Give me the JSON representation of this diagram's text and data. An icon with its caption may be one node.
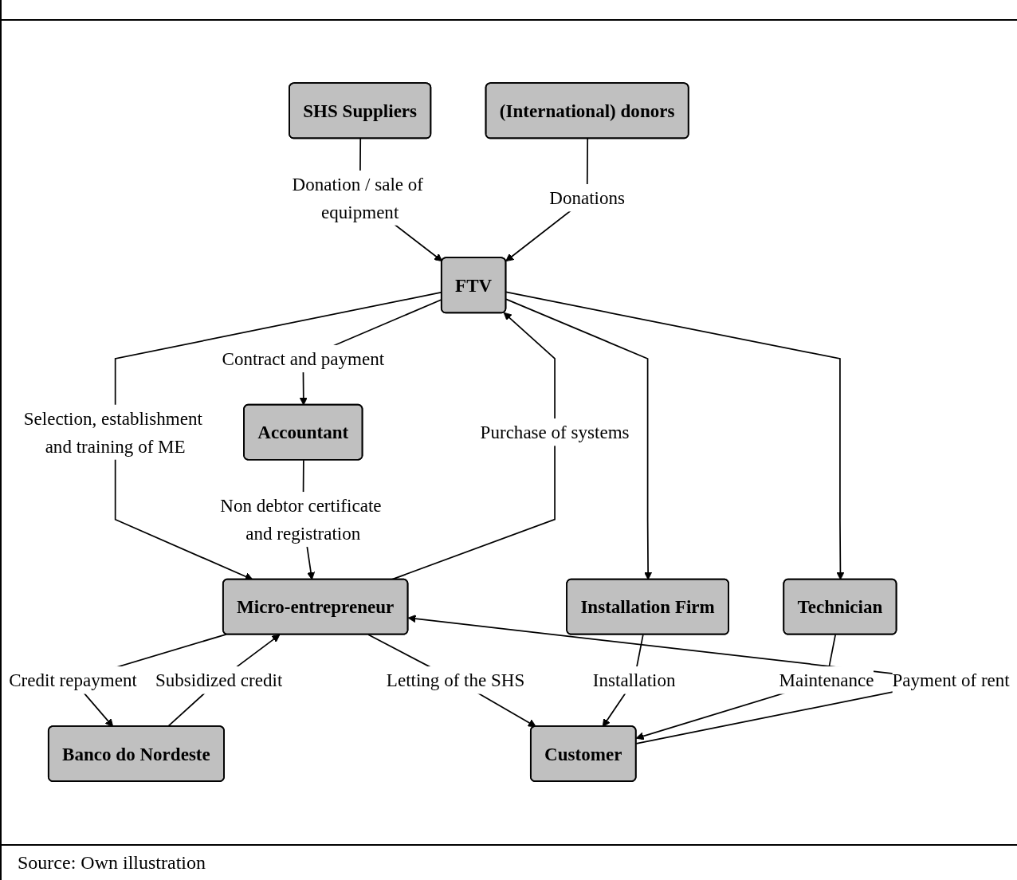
{
  "diagram": {
    "caption": "Source: Own illustration",
    "nodes": [
      {
        "text": [
          "SHS Suppliers"
        ]
      },
      {
        "text": [
          "(International) donors"
        ]
      },
      {
        "text": [
          "Banco do Nordeste"
        ]
      },
      {
        "text": [
          "FTV"
        ]
      },
      {
        "text": [
          "Micro-entrepreneur"
        ]
      },
      {
        "text": [
          "Accountant"
        ]
      },
      {
        "text": [
          "Installation Firm"
        ]
      },
      {
        "text": [
          "Technician"
        ]
      },
      {
        "text": [
          "Customer"
        ]
      }
    ],
    "edges": [
      {
        "from": 0,
        "to": 3,
        "arrow": "to",
        "label": "Donation / sale of equipment"
      },
      {
        "from": 1,
        "to": 3,
        "arrow": "to",
        "label": "Donations"
      },
      {
        "from": 4,
        "to": 2,
        "arrow": "to",
        "label": "Credit repayment"
      },
      {
        "from": 2,
        "to": 4,
        "arrow": "to",
        "label": "Subsidized credit"
      },
      {
        "from": 4,
        "to": 3,
        "arrow": "to",
        "label": "Purchase of systems"
      },
      {
        "from": 3,
        "to": 4,
        "arrow": "to",
        "label": "Selection, establishment and training of ME"
      },
      {
        "from": 3,
        "to": 5,
        "arrow": "to",
        "label": "Contract and payment"
      },
      {
        "from": 3,
        "to": 6,
        "arrow": "to"
      },
      {
        "from": 3,
        "to": 7,
        "arrow": "to"
      },
      {
        "from": 5,
        "to": 4,
        "arrow": "to",
        "label": "Non debtor certificate and registration"
      },
      {
        "from": 4,
        "to": 8,
        "arrow": "to",
        "label": "Letting of the SHS"
      },
      {
        "from": 8,
        "to": 4,
        "arrow": "to",
        "label": "Payment of rent"
      },
      {
        "from": 6,
        "to": 8,
        "arrow": "to",
        "label": "Installation"
      },
      {
        "from": 7,
        "to": 8,
        "arrow": "to",
        "label": "Maintenance"
      }
    ]
  }
}
